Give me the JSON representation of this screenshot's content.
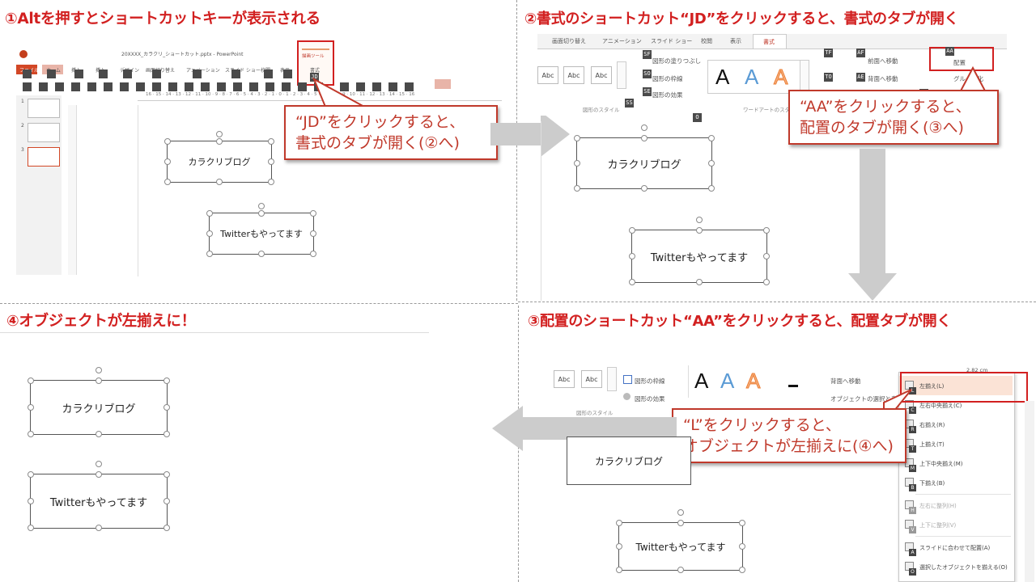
{
  "headings": {
    "step1": "①Altを押すとショートカットキーが表示される",
    "step2": "②書式のショートカット“JD”をクリックすると、書式のタブが開く",
    "step3": "③配置のショートカット“AA”をクリックすると、配置タブが開く",
    "step4": "④オブジェクトが左揃えに！"
  },
  "callouts": {
    "jd_line1": "“JD”をクリックすると、",
    "jd_line2": "書式のタブが開く(②へ)",
    "aa_line1": "“AA”をクリックすると、",
    "aa_line2": "配置のタブが開く(③へ)",
    "l_line1": "“L”をクリックすると、",
    "l_line2": "オブジェクトが左揃えに(④へ)"
  },
  "shapes": {
    "box1": "カラクリブログ",
    "box2": "Twitterもやってます"
  },
  "panel1": {
    "window_title": "20XXXX_カラクリ_ショートカット.pptx - PowerPoint",
    "tabs": [
      "ファイル",
      "ホーム",
      "挿入",
      "デザイン",
      "画面切り替え",
      "アニメーション",
      "スライド ショー",
      "校閲",
      "表示",
      "書式"
    ],
    "drawing_tools": "描画ツール",
    "jd_key": "JD",
    "ruler_text": "16 · 15 · 14 · 13 · 12 · 11 · 10 · 9 · 8 · 7 · 6 · 5 · 4 · 3 · 2 · 1 · 0 · 1 · 2 · 3 · 4 · 5 · 6 · 7 · 8 · 9 · 10 · 11 · 12 · 13 · 14 · 15 · 16",
    "slide_numbers": [
      "1",
      "2",
      "3"
    ]
  },
  "panel2": {
    "tabs": [
      "画面切り替え",
      "アニメーション",
      "スライド ショー",
      "校閲",
      "表示",
      "書式"
    ],
    "style_labels": [
      "Abc",
      "Abc",
      "Abc"
    ],
    "fill": "図形の塗りつぶし",
    "outline": "図形の枠線",
    "effect": "図形の効果",
    "group_label_1": "図形のスタイル",
    "group_label_2": "ワードアートのスタイル",
    "wordart": [
      "A",
      "A",
      "A"
    ],
    "forward": "前面へ移動",
    "backward": "背面へ移動",
    "arrange": "配置",
    "group": "グループ化",
    "keys": [
      "SF",
      "SO",
      "SE",
      "SS",
      "TF",
      "TO",
      "AF",
      "AE",
      "AA",
      "G",
      "O"
    ]
  },
  "panel3": {
    "style_labels": [
      "Abc",
      "Abc"
    ],
    "outline": "図形の枠線",
    "effect": "図形の効果",
    "group_label": "図形のスタイル",
    "wordart": [
      "A",
      "A",
      "A"
    ],
    "forward": "背面へ移動",
    "selection": "オブジェクトの選択と表示",
    "size": "2.82 cm",
    "menu": [
      {
        "label": "左揃え(L)",
        "key": "L"
      },
      {
        "label": "左右中央揃え(C)",
        "key": "C"
      },
      {
        "label": "右揃え(R)",
        "key": "R"
      },
      {
        "label": "上揃え(T)",
        "key": "T"
      },
      {
        "label": "上下中央揃え(M)",
        "key": "M"
      },
      {
        "label": "下揃え(B)",
        "key": "B"
      },
      {
        "label": "左右に整列(H)",
        "key": "H"
      },
      {
        "label": "上下に整列(V)",
        "key": "V"
      },
      {
        "label": "スライドに合わせて配置(A)",
        "key": "A"
      },
      {
        "label": "選択したオブジェクトを揃える(O)",
        "key": "O"
      }
    ]
  },
  "colors": {
    "accent_red": "#d22020",
    "arrow_gray": "#cccccc",
    "ribbon_bg": "#f3f3f3",
    "wordart_blue": "#5b9bd5",
    "wordart_orange": "#f4b183"
  }
}
